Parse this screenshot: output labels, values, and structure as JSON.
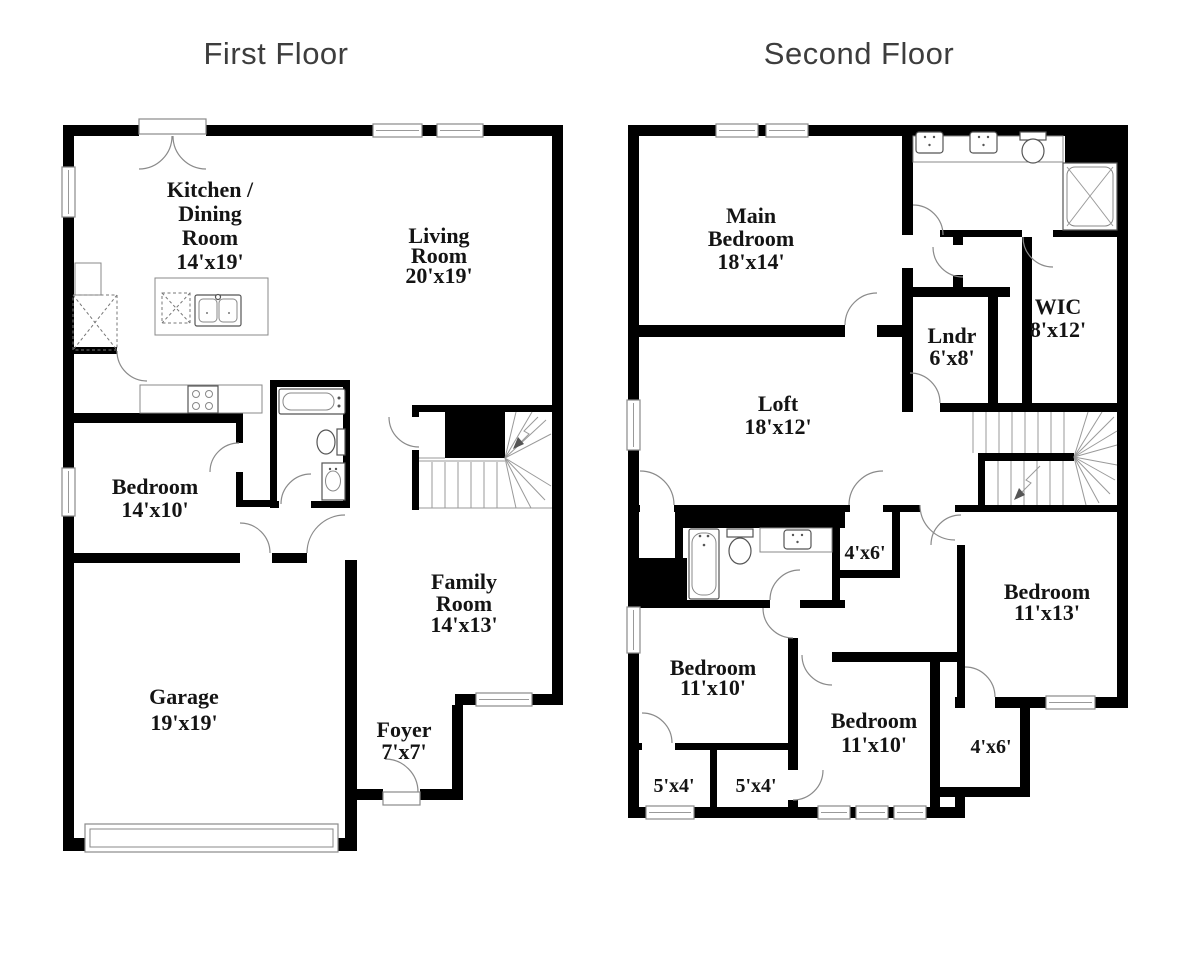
{
  "colors": {
    "wall": "#000000",
    "line": "#8a8a8a",
    "label": "#141414",
    "title": "#3d3d3d",
    "background": "#ffffff"
  },
  "floors": {
    "first": {
      "title": "First Floor",
      "rooms": {
        "kitchen_dining": {
          "l1": "Kitchen /",
          "l2": "Dining",
          "l3": "Room",
          "dims": "14'x19'"
        },
        "living": {
          "l1": "Living",
          "l2": "Room",
          "dims": "20'x19'"
        },
        "bedroom": {
          "l1": "Bedroom",
          "dims": "14'x10'"
        },
        "family": {
          "l1": "Family",
          "l2": "Room",
          "dims": "14'x13'"
        },
        "garage": {
          "l1": "Garage",
          "dims": "19'x19'"
        },
        "foyer": {
          "l1": "Foyer",
          "dims": "7'x7'"
        }
      }
    },
    "second": {
      "title": "Second Floor",
      "rooms": {
        "main_bedroom": {
          "l1": "Main",
          "l2": "Bedroom",
          "dims": "18'x14'"
        },
        "wic": {
          "l1": "WIC",
          "dims": "8'x12'"
        },
        "laundry": {
          "l1": "Lndr",
          "dims": "6'x8'"
        },
        "loft": {
          "l1": "Loft",
          "dims": "18'x12'"
        },
        "closet_top": {
          "dims": "4'x6'"
        },
        "bedroom_right": {
          "l1": "Bedroom",
          "dims": "11'x13'"
        },
        "bedroom_left": {
          "l1": "Bedroom",
          "dims": "11'x10'"
        },
        "bedroom_middle": {
          "l1": "Bedroom",
          "dims": "11'x10'"
        },
        "closet_right": {
          "dims": "4'x6'"
        },
        "closet_left_a": {
          "dims": "5'x4'"
        },
        "closet_left_b": {
          "dims": "5'x4'"
        }
      }
    }
  }
}
